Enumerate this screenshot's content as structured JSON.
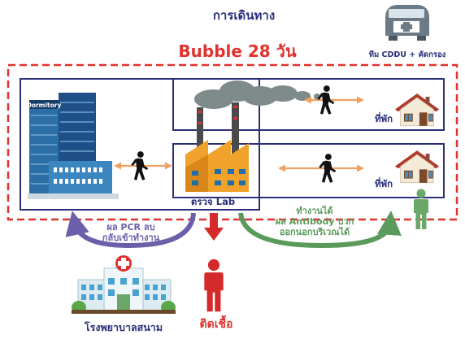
{
  "header": {
    "title": "การเดินทาง",
    "bubble_label": "Bubble 28 วัน",
    "ambulance_caption": "ทีม CDDU + คัดกรอง"
  },
  "labels": {
    "dormitory": "Dormitory",
    "factory_lab": "ตรวจ Lab",
    "home_top": "ที่พัก",
    "home_bottom": "ที่พัก",
    "pcr_negative": "ผล PCR ลบ",
    "back_to_work": "กลับเข้าทำงาน",
    "can_work": "ทำงานได้",
    "antibody_positive": "ผล Antibody บวก",
    "can_go_out": "ออกนอกบริเวณได้",
    "field_hospital": "โรงพยาบาลสนาม",
    "infected": "ติดเชื้อ"
  },
  "colors": {
    "bubble_red": "#e0332e",
    "box_navy": "#2b2f7a",
    "arrow_orange": "#f0a060",
    "arrow_purple": "#6a5fa8",
    "arrow_green": "#5a9a5a",
    "person_green": "#6aa86a",
    "person_red": "#d42a2a",
    "hospital_text": "#2b2f7a"
  },
  "icons": [
    "ambulance-icon",
    "dormitory-icon",
    "factory-icon",
    "walker-icon",
    "house-icon",
    "person-icon",
    "hospital-icon"
  ]
}
